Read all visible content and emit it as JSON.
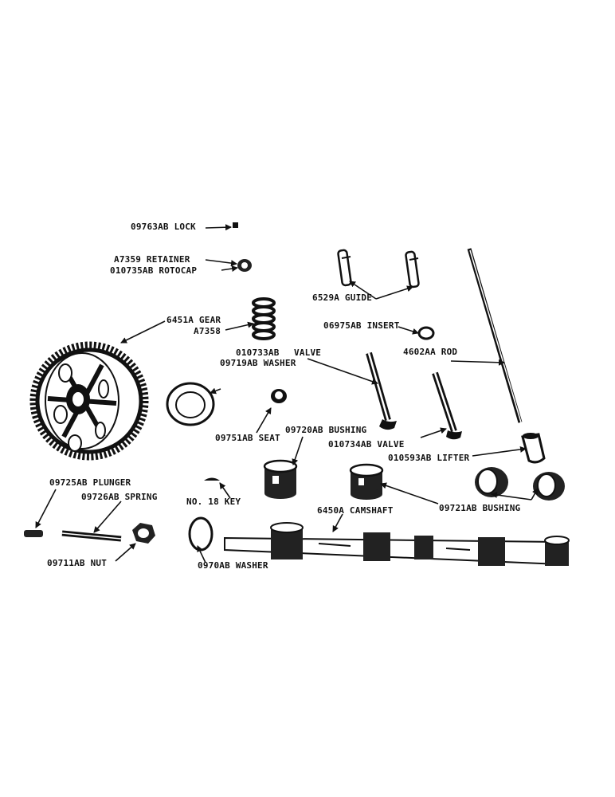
{
  "labels": {
    "lock": "09763AB LOCK",
    "retainer": "A7359 RETAINER",
    "rotocap": "010735AB ROTOCAP",
    "gear": "6451A GEAR",
    "a7358": "A7358",
    "guide": "6529A GUIDE",
    "insert": "06975AB INSERT",
    "rod": "4602AA ROD",
    "valve_010733": "010733AB",
    "valve_word": "VALVE",
    "washer_09719": "09719AB WASHER",
    "seat": "09751AB SEAT",
    "bushing_09720": "09720AB BUSHING",
    "valve_010734": "010734AB VALVE",
    "lifter": "010593AB LIFTER",
    "plunger": "09725AB PLUNGER",
    "spring": "09726AB SPRING",
    "key": "NO. 18 KEY",
    "camshaft": "6450A CAMSHAFT",
    "bushing_09721": "09721AB BUSHING",
    "nut": "09711AB NUT",
    "washer_0970": "0970AB WASHER"
  }
}
